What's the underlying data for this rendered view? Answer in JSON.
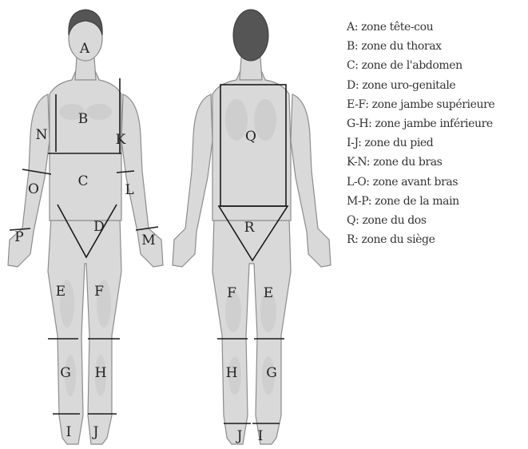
{
  "zone_letters": {
    "A": "A",
    "B": "B",
    "C": "C",
    "D": "D",
    "E": "E",
    "F": "F",
    "G": "G",
    "H": "H",
    "I": "I",
    "J": "J",
    "K": "K",
    "L": "L",
    "M": "M",
    "N": "N",
    "O": "O",
    "P": "P",
    "Q": "Q",
    "R": "R"
  },
  "legend": [
    "A: zone tête-cou",
    "B: zone du thorax",
    "C: zone de l'abdomen",
    "D: zone uro-genitale",
    "E-F: zone jambe supérieure",
    "G-H: zone jambe inférieure",
    "I-J: zone du pied",
    "K-N: zone du bras",
    "L-O: zone avant bras",
    "M-P: zone de la main",
    "Q: zone du dos",
    "R: zone du siège"
  ]
}
